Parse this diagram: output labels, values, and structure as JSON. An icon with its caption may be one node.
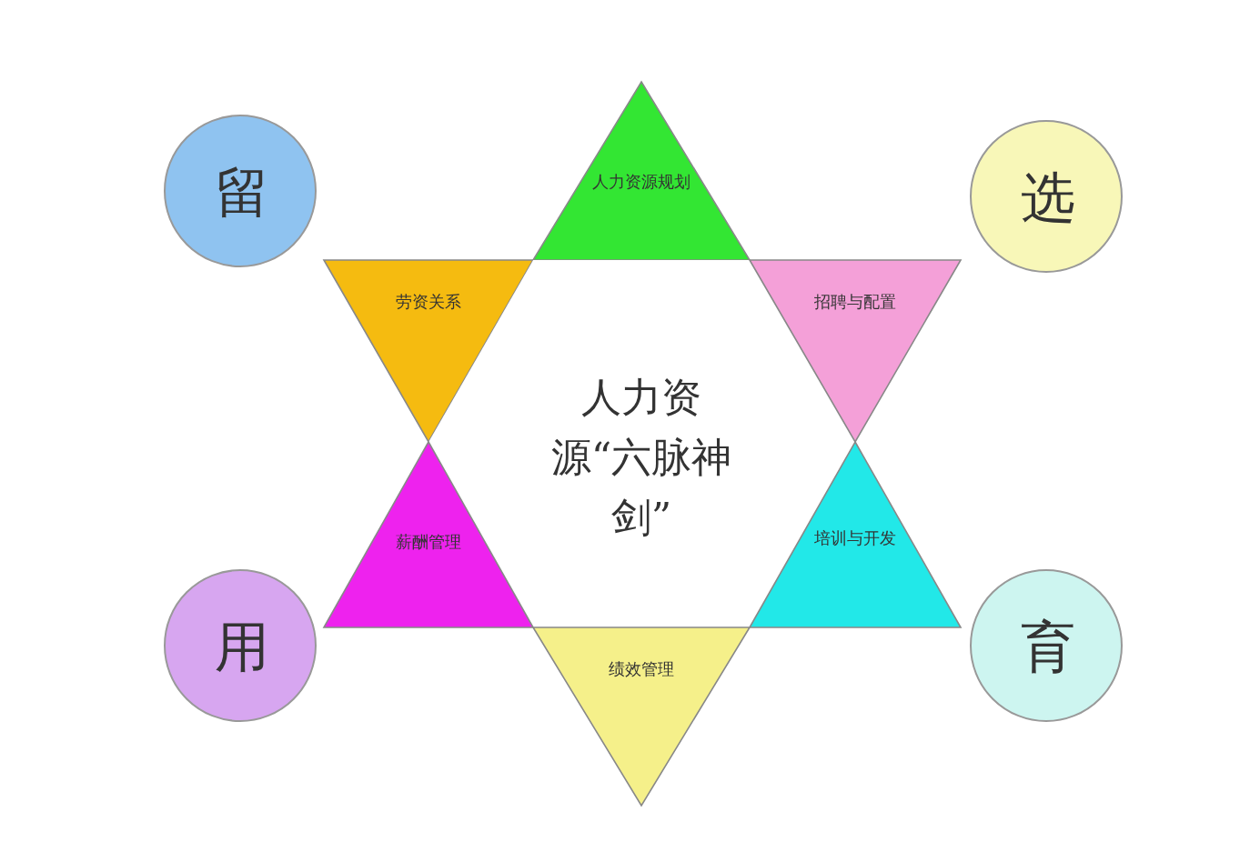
{
  "diagram": {
    "nodes": [
      {
        "text": [
          "留"
        ]
      },
      {
        "text": [
          "人力资源规划"
        ]
      },
      {
        "text": [
          "选"
        ]
      },
      {
        "text": [
          "劳资关系"
        ]
      },
      {
        "text": [
          "人力资源“六脉神剑”"
        ]
      },
      {
        "text": [
          "招聘与配置"
        ]
      },
      {
        "text": [
          "薪酬管理"
        ]
      },
      {
        "text": [
          "培训与开发"
        ]
      },
      {
        "text": [
          "用"
        ]
      },
      {
        "text": [
          "绩效管理"
        ]
      },
      {
        "text": [
          "育"
        ]
      }
    ],
    "edges": []
  }
}
